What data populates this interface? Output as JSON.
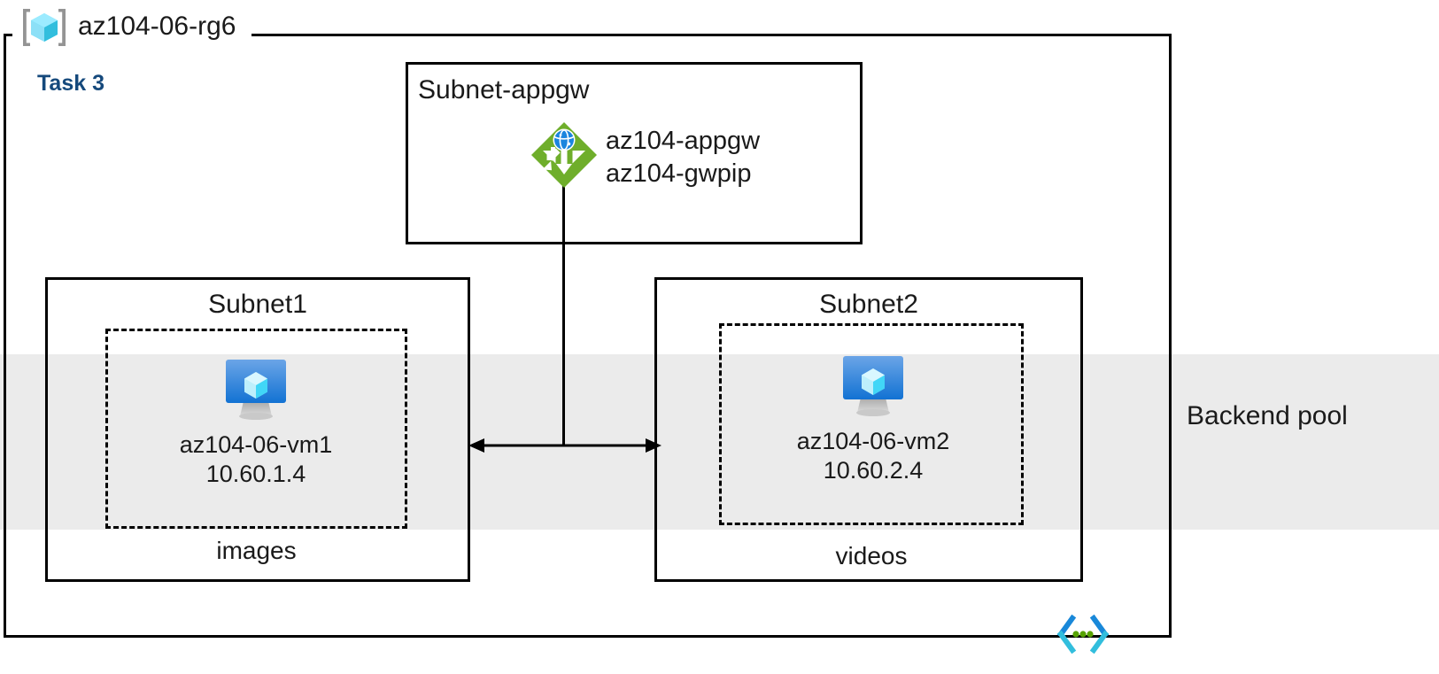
{
  "diagram": {
    "resource_group": {
      "name": "az104-06-rg6",
      "icon": "resource-group-icon",
      "task_label": "Task 3"
    },
    "backend_pool": {
      "label": "Backend pool",
      "band_color": "#ebebeb"
    },
    "subnets": [
      {
        "id": "subnet-appgw",
        "title": "Subnet-appgw",
        "resources": [
          {
            "icon": "application-gateway-icon",
            "lines": [
              "az104-appgw",
              "az104-gwpip"
            ],
            "name": "az104-appgw",
            "public_ip": "az104-gwpip"
          }
        ]
      },
      {
        "id": "subnet1",
        "title": "Subnet1",
        "asg_label": "images",
        "vm": {
          "icon": "virtual-machine-icon",
          "name": "az104-06-vm1",
          "ip": "10.60.1.4"
        }
      },
      {
        "id": "subnet2",
        "title": "Subnet2",
        "asg_label": "videos",
        "vm": {
          "icon": "virtual-machine-icon",
          "name": "az104-06-vm2",
          "ip": "10.60.2.4"
        }
      }
    ],
    "connectors": [
      {
        "id": "appgw-to-bus",
        "type": "line",
        "from": "az104-appgw",
        "to": "subnet-bus"
      },
      {
        "id": "subnet1-subnet2-bus",
        "type": "double-arrow",
        "from": "subnet1",
        "to": "subnet2"
      }
    ],
    "footer_icon": "code-brackets-icon",
    "colors": {
      "accent_task": "#15497c",
      "border": "#000000",
      "pool_band": "#ebebeb",
      "appgw_green": "#6FAE2B",
      "vm_blue": "#1B85DE",
      "cube_cyan": "#50E6FF",
      "code_cyan": "#32BEDD",
      "code_blue": "#1988D9",
      "code_green": "#57A300"
    }
  }
}
